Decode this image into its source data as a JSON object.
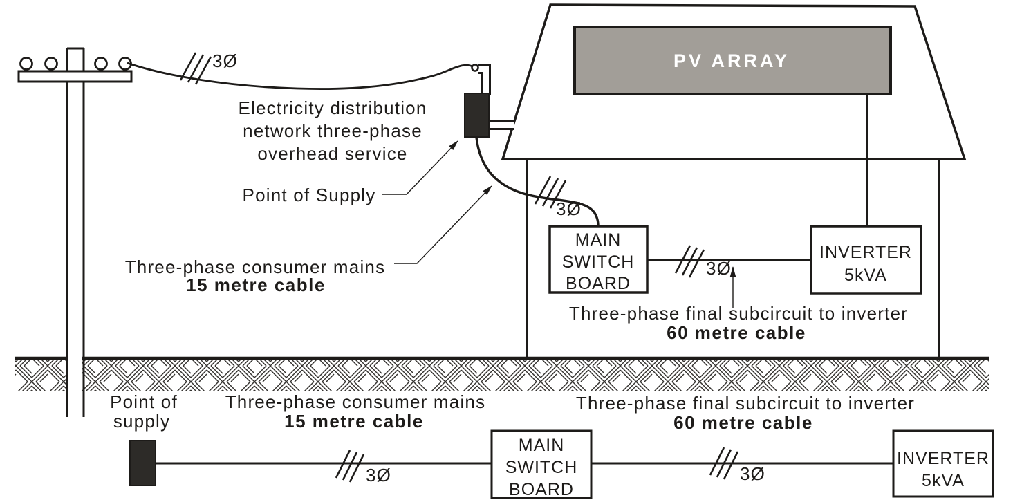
{
  "labels": {
    "phase": "3Ø",
    "service": [
      "Electricity distribution",
      "network three-phase",
      "overhead service"
    ],
    "point_of_supply": "Point of Supply",
    "consumer_mains": "Three-phase consumer mains",
    "consumer_mains_length": "15 metre cable",
    "subcircuit": "Three-phase final subcircuit to inverter",
    "subcircuit_length": "60 metre cable",
    "pv_array": "PV ARRAY",
    "msb": [
      "MAIN",
      "SWITCH",
      "BOARD"
    ],
    "inverter": [
      "INVERTER",
      "5kVA"
    ],
    "point_of_supply_schematic": [
      "Point of",
      "supply"
    ]
  },
  "colors": {
    "line": "#1d1b19",
    "pv_fill": "#a29e98",
    "pv_text": "#ffffff",
    "box_fill": "#2d2b28",
    "background": "#ffffff"
  }
}
